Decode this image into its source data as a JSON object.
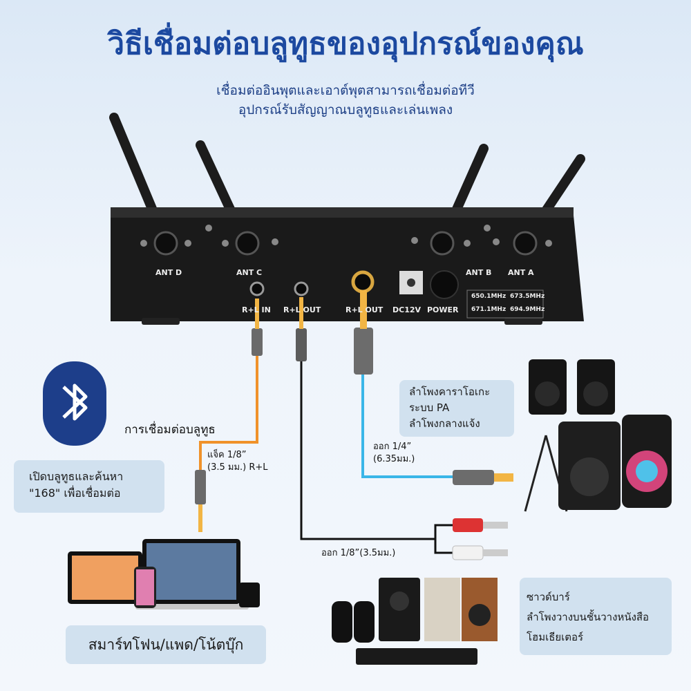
{
  "header": {
    "title": "วิธีเชื่อมต่อบลูทูธของอุปกรณ์ของคุณ",
    "subtitle_line1": "เชื่อมต่ออินพุตและเอาต์พุตสามารถเชื่อมต่อทีวี",
    "subtitle_line2": "อุปกรณ์รับสัญญาณบลูทูธและเล่นเพลง"
  },
  "device": {
    "antennas": [
      "ANT D",
      "ANT C",
      "ANT B",
      "ANT A"
    ],
    "ports": [
      "R+L IN",
      "R+L OUT",
      "R+L OUT",
      "DC12V",
      "POWER"
    ],
    "frequencies": [
      "650.1MHz",
      "673.5MHz",
      "671.1MHz",
      "694.9MHz"
    ]
  },
  "bluetooth": {
    "label": "การเชื่อมต่อบลูทูธ",
    "hint_line1": "เปิดบลูทูธและค้นหา",
    "hint_line2": "\"168\" เพื่อเชื่อมต่อ"
  },
  "cables": {
    "in_line1": "แจ็ค 1/8”",
    "in_line2": "(3.5 มม.) R+L",
    "out_quarter_line1": "ออก 1/4”",
    "out_quarter_line2": "(6.35มม.)",
    "out_eighth": "ออก 1/8”(3.5มม.)"
  },
  "panels": {
    "pa_line1": "ลำโพงคาราโอเกะ",
    "pa_line2": "ระบบ PA",
    "pa_line3": "ลำโพงกลางแจ้ง",
    "home_line1": "ซาวด์บาร์",
    "home_line2": "ลำโพงวางบนชั้นวางหนังสือ",
    "home_line3": "โฮมเธียเตอร์",
    "devices_label": "สมาร์ทโฟน/แพด/โน้ตบุ๊ก"
  },
  "colors": {
    "title": "#1c49a0",
    "orange_cable": "#f0922a",
    "blue_cable": "#3ab6e8",
    "black_cable": "#111111",
    "bluetooth_badge": "#1d3e8a"
  }
}
